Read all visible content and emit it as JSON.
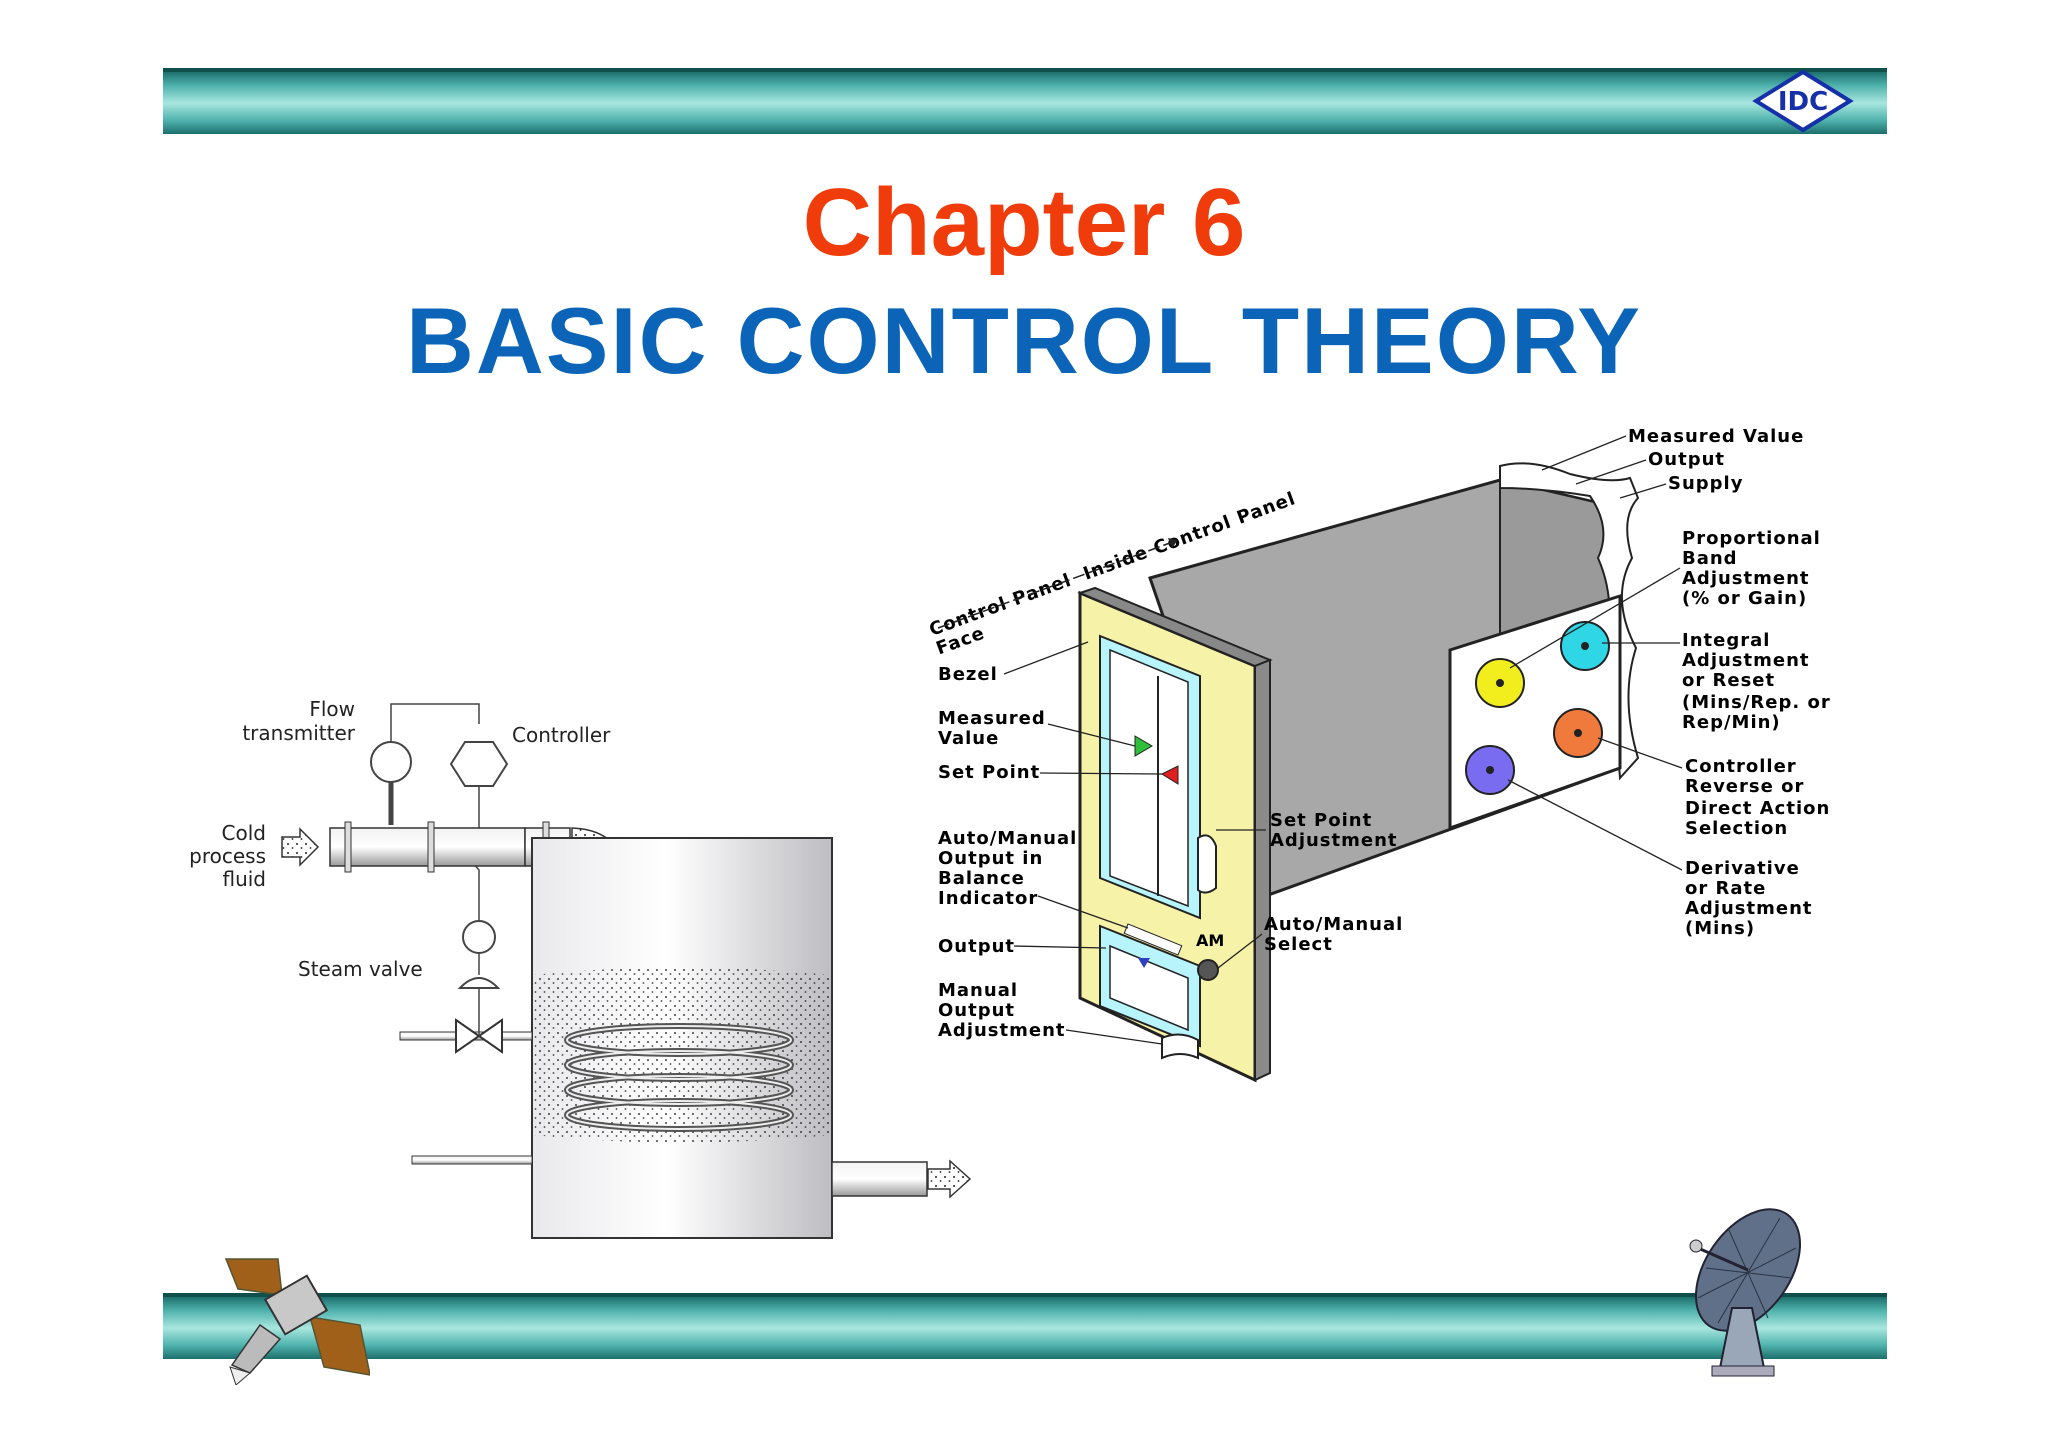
{
  "header": {
    "logo_text": "IDC"
  },
  "title": {
    "chapter": "Chapter 6",
    "subtitle": "BASIC CONTROL THEORY"
  },
  "process_diagram": {
    "flow_transmitter": "Flow\ntransmitter",
    "controller": "Controller",
    "cold_process_fluid": "Cold\nprocess\nfluid",
    "steam_valve": "Steam valve"
  },
  "controller_diagram": {
    "control_panel_face": "Control Panel\nFace",
    "inside_control_panel": "Inside Control Panel",
    "bezel": "Bezel",
    "measured_value": "Measured\nValue",
    "set_point": "Set Point",
    "auto_manual_indicator": "Auto/Manual\nOutput in\nBalance\nIndicator",
    "output": "Output",
    "manual_output_adjustment": "Manual\nOutput\nAdjustment",
    "set_point_adjustment": "Set Point\nAdjustment",
    "auto_manual_select": "Auto/Manual\nSelect",
    "am_mark": "AM",
    "conn_measured_value": "Measured Value",
    "conn_output": "Output",
    "conn_supply": "Supply",
    "proportional_band": "Proportional\nBand\nAdjustment\n(% or Gain)",
    "integral_adjustment": "Integral\nAdjustment\nor Reset\n(Mins/Rep. or\nRep/Min)",
    "controller_action": "Controller\nReverse or\nDirect Action\nSelection",
    "derivative": "Derivative\nor Rate\nAdjustment\n(Mins)"
  },
  "colors": {
    "chapter": "#f03c0a",
    "subtitle": "#0b64b8",
    "band": "#4fb3ad",
    "knob_yellow": "#f2ee1e",
    "knob_cyan": "#2fd6e6",
    "knob_orange": "#f07a3c",
    "knob_purple": "#7a6cf0"
  },
  "icons": [
    "idc-logo-icon",
    "satellite-icon",
    "satellite-dish-icon"
  ]
}
